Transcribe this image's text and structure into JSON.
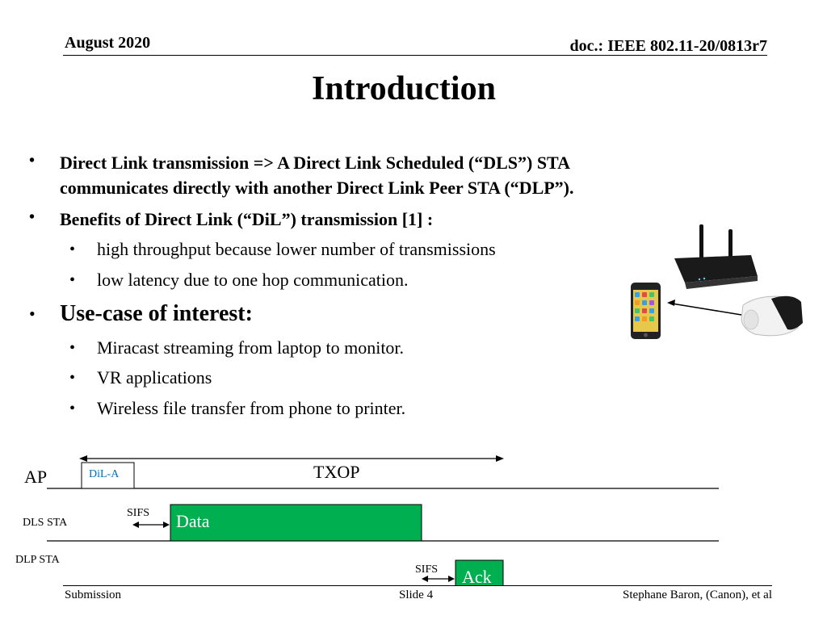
{
  "header": {
    "date": "August 2020",
    "doc_id": "doc.: IEEE 802.11-20/0813r7"
  },
  "title": "Introduction",
  "bullets": [
    "Direct Link transmission => A Direct Link Scheduled (“DLS”) STA communicates directly with another Direct Link Peer STA (“DLP”).",
    "Benefits of Direct Link (“DiL”) transmission [1] :"
  ],
  "benefits": [
    "high throughput because lower number of transmissions",
    "low latency due to one hop communication."
  ],
  "usecase_heading": "Use-case of interest:",
  "usecases": [
    "Miracast streaming from laptop to monitor.",
    "VR applications",
    "Wireless file transfer from phone to printer."
  ],
  "timing": {
    "txop_label": "TXOP",
    "ap_label": "AP",
    "dls_label": "DLS STA",
    "dlp_label": "DLP STA",
    "dil_a_label": "DiL-A",
    "data_label": "Data",
    "ack_label": "Ack",
    "sifs_1": "SIFS",
    "sifs_2": "SIFS"
  },
  "footer": {
    "left": "Submission",
    "center": "Slide 4",
    "right": "Stephane Baron, (Canon), et al"
  },
  "colors": {
    "dil_a": "#0070C0",
    "data_fill": "#00B050",
    "ack_fill": "#00B050"
  },
  "icons": [
    "router-icon",
    "smartphone-icon",
    "vr-headset-icon"
  ]
}
